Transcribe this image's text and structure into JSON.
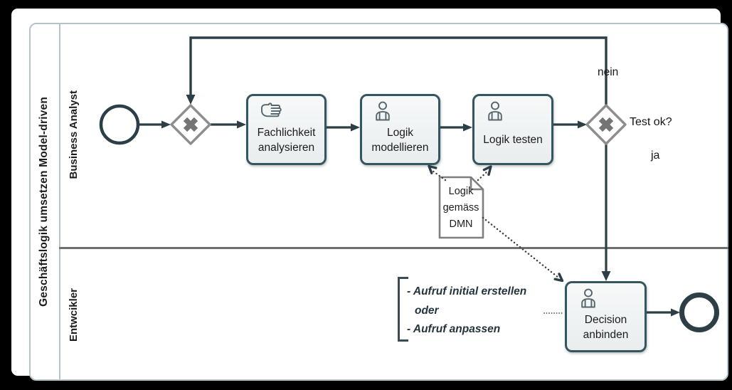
{
  "diagram": {
    "type": "bpmn-process",
    "pool_title": "Geschäftslogik umsetzen Model-driven",
    "lanes": [
      {
        "label": "Business Analyst"
      },
      {
        "label": "Entwcikler"
      }
    ],
    "events": [
      {
        "name": "start-event",
        "kind": "start",
        "lane": "Business Analyst"
      },
      {
        "name": "end-event",
        "kind": "end",
        "lane": "Entwcikler"
      }
    ],
    "tasks": [
      {
        "name": "Fachlichkeit analysieren",
        "type": "manual-task",
        "lane": "Business Analyst"
      },
      {
        "name": "Logik modellieren",
        "type": "user-task",
        "lane": "Business Analyst"
      },
      {
        "name": "Logik testen",
        "type": "user-task",
        "lane": "Business Analyst"
      },
      {
        "name": "Decision anbinden",
        "type": "user-task",
        "lane": "Entwcikler"
      }
    ],
    "gateways": [
      {
        "type": "exclusive-xor",
        "position": "after-start"
      },
      {
        "type": "exclusive-xor",
        "position": "after-logik-testen"
      }
    ],
    "flow_labels": {
      "question": "Test ok?",
      "no": "nein",
      "yes": "ja"
    },
    "data_object": {
      "label": "Logik gemäss DMN"
    },
    "annotation": {
      "lines": [
        "- Aufruf initial erstellen",
        "oder",
        "- Aufruf anpassen"
      ]
    },
    "colors": {
      "flow": "#2c3e46",
      "task_border": "#33565f",
      "task_fill": "#edf0f1",
      "gateway_border": "#8d8d8d",
      "gateway_x": "#747474",
      "pool_border": "#b6c3c9",
      "lane_divider": "#6f6f6f",
      "association": "#3c3c3c",
      "annotation_text": "#24343c",
      "frame": "#000000"
    }
  }
}
